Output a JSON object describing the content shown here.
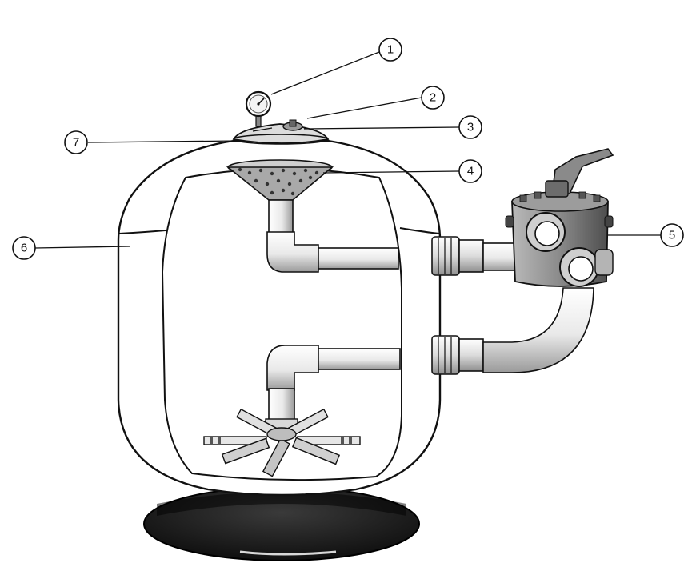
{
  "callouts": [
    {
      "id": "1",
      "label": "1"
    },
    {
      "id": "2",
      "label": "2"
    },
    {
      "id": "3",
      "label": "3"
    },
    {
      "id": "4",
      "label": "4"
    },
    {
      "id": "5",
      "label": "5"
    },
    {
      "id": "6",
      "label": "6"
    },
    {
      "id": "7",
      "label": "7"
    }
  ],
  "colors": {
    "ink": "#111111",
    "tank_fill": "#ffffff",
    "base_fill": "#151515",
    "valve_fill": "#8c8c8c",
    "pipe_fill": "#f2f2f2"
  },
  "icons": {
    "pressure_gauge": "gauge-icon",
    "multiport_valve": "valve-icon"
  }
}
